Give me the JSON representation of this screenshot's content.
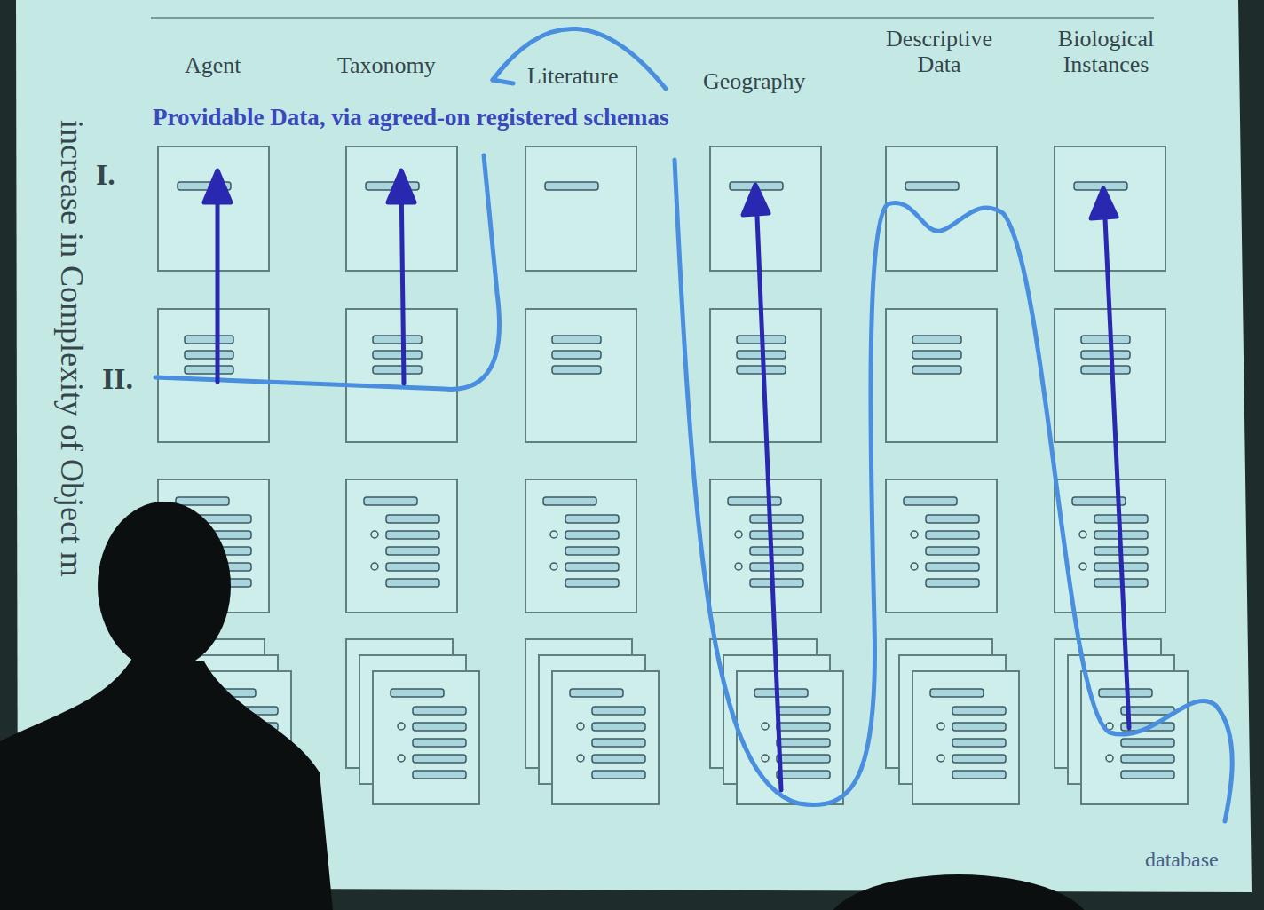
{
  "diagram": {
    "labels": [
      "Agent",
      "Taxonomy",
      "Literature",
      "Geography",
      "Descriptive Data",
      "Biological Instances",
      "Providable Data, via agreed-on registered schemas",
      "I.",
      "II.",
      "increase in Complexity of Object m",
      "database"
    ]
  }
}
